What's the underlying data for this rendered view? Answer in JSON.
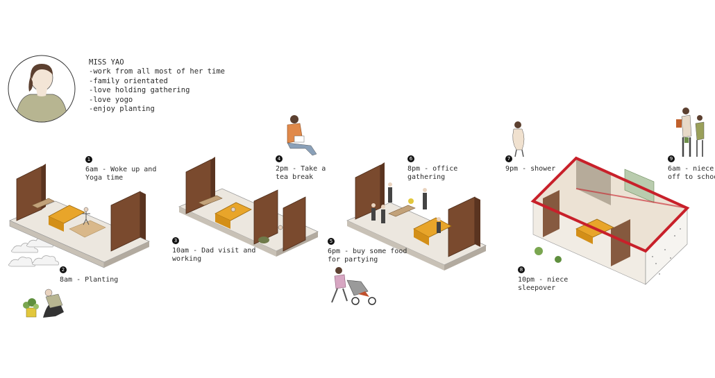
{
  "persona": {
    "name": "MISS YAO",
    "traits": [
      "-work from all most of her time",
      "-family orientated",
      "-love holding gathering",
      "-love yogo",
      "-enjoy planting"
    ]
  },
  "schedule": [
    {
      "n": "1",
      "lines": [
        "6am - Woke up and",
        "Yoga time"
      ]
    },
    {
      "n": "2",
      "lines": [
        "8am - Planting"
      ]
    },
    {
      "n": "3",
      "lines": [
        "10am - Dad visit and",
        "working"
      ]
    },
    {
      "n": "4",
      "lines": [
        "2pm - Take a",
        "tea break"
      ]
    },
    {
      "n": "5",
      "lines": [
        "6pm - buy some food",
        "for partying"
      ]
    },
    {
      "n": "6",
      "lines": [
        "8pm - office",
        "gathering"
      ]
    },
    {
      "n": "7",
      "lines": [
        "9pm - shower"
      ]
    },
    {
      "n": "8",
      "lines": [
        "10pm - niece",
        "sleepover"
      ]
    },
    {
      "n": "9",
      "lines": [
        "6am - niece",
        "off to school"
      ]
    }
  ],
  "colors": {
    "wood": "#7a4a2e",
    "wood_dark": "#5a3420",
    "sofa": "#e8a52a",
    "floor": "#e9e4dc",
    "floor_side": "#bdb6ac",
    "accent_red": "#c8202a"
  }
}
